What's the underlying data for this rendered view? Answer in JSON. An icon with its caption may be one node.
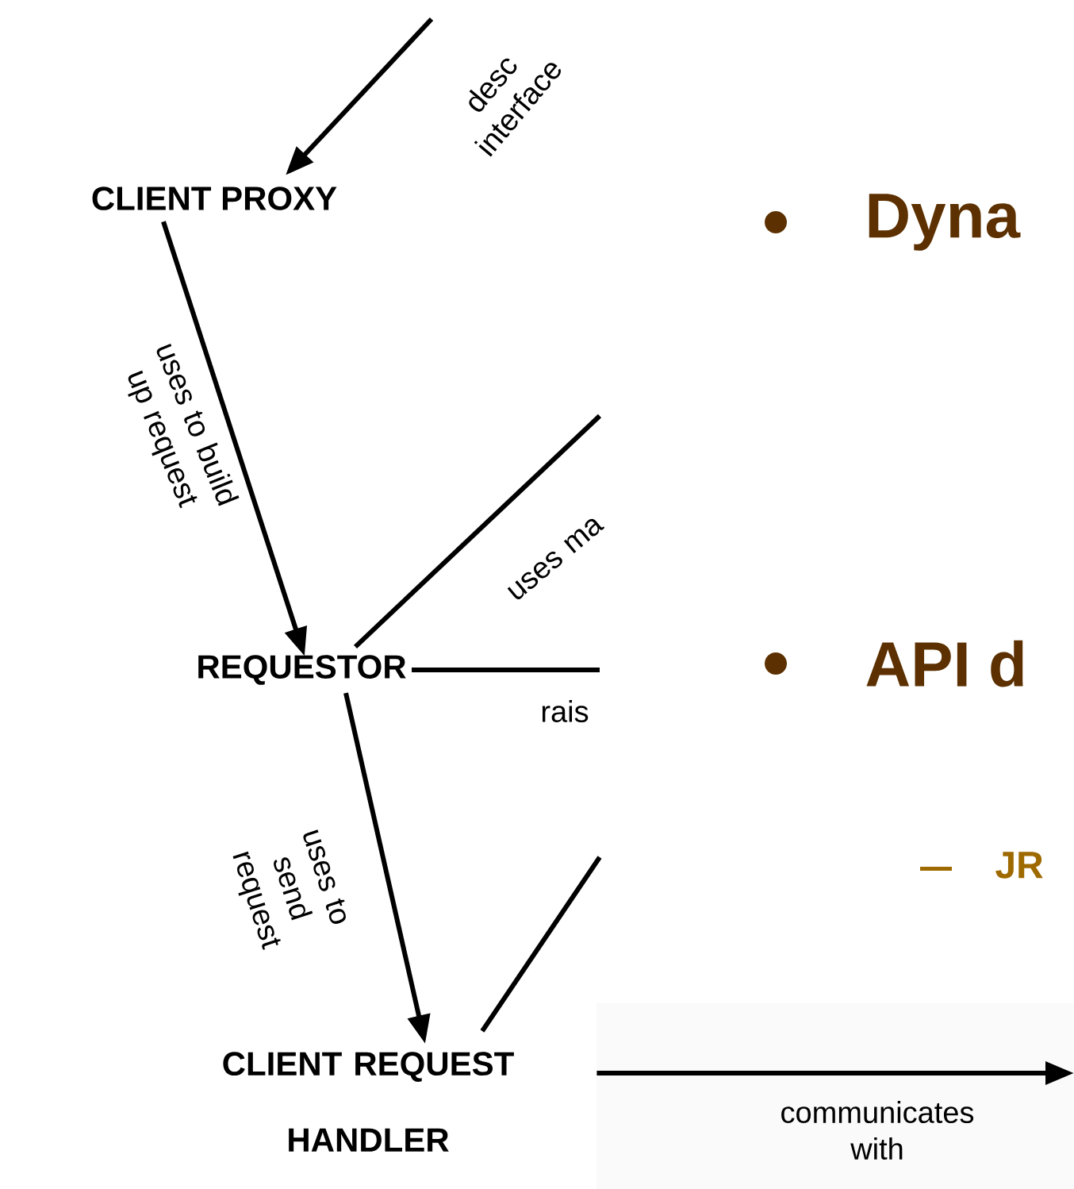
{
  "diagram": {
    "nodes": [
      {
        "text": [
          "CLIENT PROXY"
        ]
      },
      {
        "text": [
          "REQUESTOR"
        ]
      },
      {
        "text": [
          "CLIENT REQUEST HANDLER"
        ]
      }
    ],
    "edges": [
      {
        "from": null,
        "to": 0,
        "arrow": "to",
        "label": "desc interface"
      },
      {
        "from": 0,
        "to": 1,
        "arrow": "to",
        "label": "uses to build up request"
      },
      {
        "from": 1,
        "to": null,
        "arrow": "none",
        "label": "uses ma"
      },
      {
        "from": 1,
        "to": null,
        "arrow": "none",
        "label": "rais"
      },
      {
        "from": 1,
        "to": 2,
        "arrow": "to",
        "label": "uses to send request"
      },
      {
        "from": 2,
        "to": null,
        "arrow": "none"
      },
      {
        "from": 2,
        "to": null,
        "arrow": "to",
        "label": "communicates with"
      }
    ],
    "labels": [
      "Dyna",
      "API d",
      "JR"
    ]
  }
}
